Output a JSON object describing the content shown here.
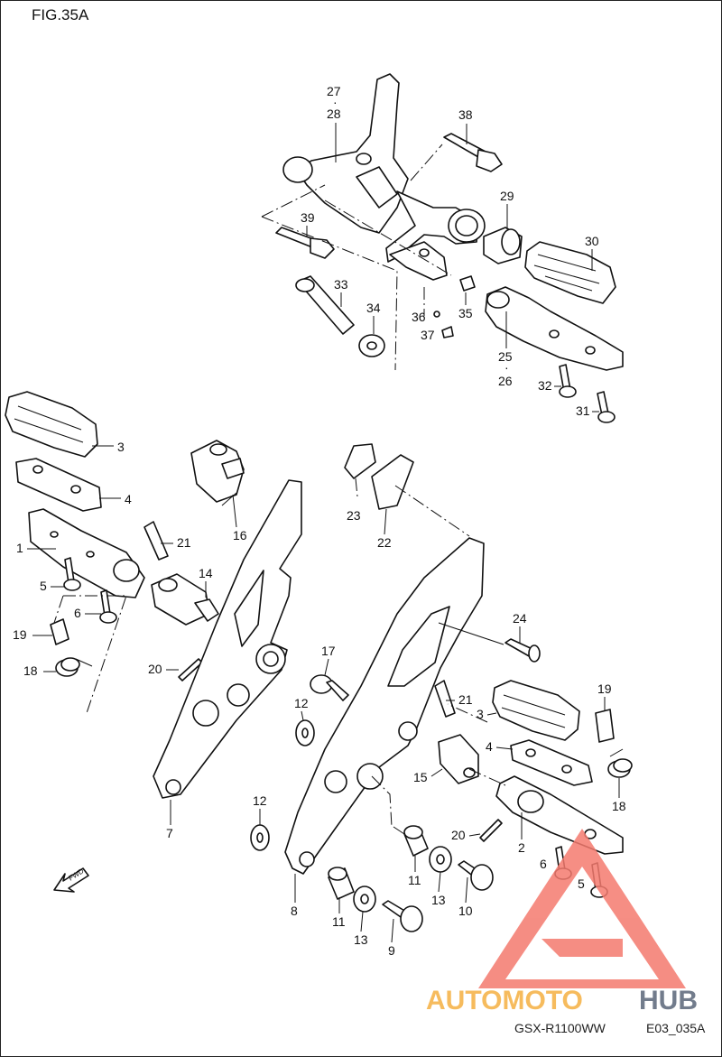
{
  "figure_title": "FIG.35A",
  "footer": {
    "model": "GSX-R1100WW",
    "code": "E03_035A"
  },
  "watermark": {
    "brand_left": "AUTOMOTO",
    "brand_right": "HUB",
    "color_red": "#f47a6e",
    "color_orange": "#f5b041",
    "color_grey": "#5a6678"
  },
  "fwd_label": "FWD",
  "callouts": {
    "c27_28": {
      "top": "27",
      "dot": "·",
      "bottom": "28"
    },
    "c38": "38",
    "c39": "39",
    "c29": "29",
    "c30": "30",
    "c33": "33",
    "c34": "34",
    "c35": "35",
    "c36": "36",
    "c37": "37",
    "c25_26": {
      "top": "25",
      "dot": "·",
      "bottom": "26"
    },
    "c32": "32",
    "c31": "31",
    "c3_left": "3",
    "c4_left": "4",
    "c16": "16",
    "c23": "23",
    "c22": "22",
    "c21_left": "21",
    "c1": "1",
    "c14": "14",
    "c5_left": "5",
    "c6_left": "6",
    "c19_left": "19",
    "c18_left": "18",
    "c20_left": "20",
    "c24": "24",
    "c17": "17",
    "c12_upper": "12",
    "c21_right": "21",
    "c19_right": "19",
    "c3_right": "3",
    "c4_right": "4",
    "c15": "15",
    "c18_right": "18",
    "c7": "7",
    "c12_lower": "12",
    "c20_right": "20",
    "c2": "2",
    "c6_right": "6",
    "c5_right": "5",
    "c11_upper": "11",
    "c13_upper": "13",
    "c10": "10",
    "c8": "8",
    "c11_lower": "11",
    "c13_lower": "13",
    "c9": "9"
  }
}
